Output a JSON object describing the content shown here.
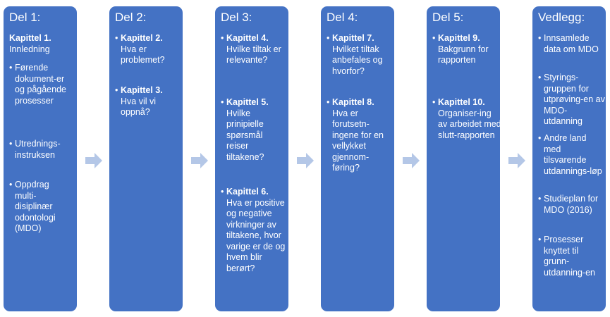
{
  "colors": {
    "box": "#4472c4",
    "arrow": "#b4c7e7",
    "text": "#ffffff"
  },
  "columns": [
    {
      "title": "Del 1:",
      "items": [
        {
          "bold": "Kapittel 1.",
          "text": "Innledning"
        },
        {
          "text": "Førende dokument-er og pågående prosesser"
        },
        {
          "text": "Utrednings-instruksen"
        },
        {
          "text": "Oppdrag multi-disiplinær odontologi (MDO)"
        }
      ]
    },
    {
      "title": "Del 2:",
      "items": [
        {
          "bold": "Kapittel 2.",
          "text": "Hva er problemet?"
        },
        {
          "bold": "Kapittel 3.",
          "text": "Hva vil vi oppnå?"
        }
      ]
    },
    {
      "title": "Del 3:",
      "items": [
        {
          "bold": "Kapittel 4.",
          "text": "Hvilke tiltak er relevante?"
        },
        {
          "bold": "Kapittel 5.",
          "text": "Hvilke prinipielle spørsmål reiser tiltakene?"
        },
        {
          "bold": "Kapittel 6.",
          "text": "Hva er positive og negative virkninger av tiltakene, hvor varige er de og hvem blir berørt?"
        }
      ]
    },
    {
      "title": "Del 4:",
      "items": [
        {
          "bold": "Kapittel 7.",
          "text": "Hvilket tiltak anbefales og hvorfor?"
        },
        {
          "bold": "Kapittel 8.",
          "text": "Hva er forutsetn-ingene for en vellykket gjennom-føring?"
        }
      ]
    },
    {
      "title": "Del 5:",
      "items": [
        {
          "bold": "Kapittel 9.",
          "text": "Bakgrunn for rapporten"
        },
        {
          "bold": "Kapittel 10.",
          "text": "Organiser-ing av arbeidet med slutt-rapporten"
        }
      ]
    },
    {
      "title": "Vedlegg:",
      "items": [
        {
          "text": "Innsamlede data om MDO"
        },
        {
          "text": "Styrings-gruppen for utprøving-en av MDO-utdanning"
        },
        {
          "text": "Andre land med tilsvarende utdannings-løp"
        },
        {
          "text": "Studieplan for MDO (2016)"
        },
        {
          "text": "Prosesser knyttet til grunn-utdanning-en"
        }
      ]
    }
  ]
}
